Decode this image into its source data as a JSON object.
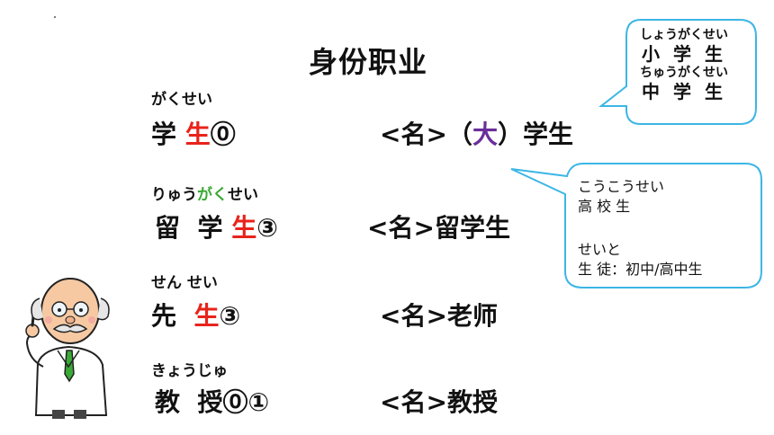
{
  "title": "身份职业",
  "entries": [
    {
      "reading": "がくせい",
      "word": {
        "a": "学",
        "b": "生",
        "accent": "⓪"
      },
      "definition": {
        "pos": "<名>",
        "p1": "（",
        "p2": "大",
        "p3": "）",
        "p4": "学生"
      }
    },
    {
      "reading": {
        "a": "りゅう",
        "b": "がく",
        "c": "せい"
      },
      "word": {
        "a": "留",
        "b": "学",
        "c": "生",
        "accent": "③"
      },
      "definition": {
        "pos": "<名>",
        "text": "留学生"
      }
    },
    {
      "reading": {
        "a": "せん",
        "b": "せい"
      },
      "word": {
        "a": "先",
        "b": "生",
        "accent": "③"
      },
      "definition": {
        "pos": "<名>",
        "text": "老师"
      }
    },
    {
      "reading": "きょうじゅ",
      "word": {
        "a": "教",
        "b": "授",
        "accent": "⓪①"
      },
      "definition": {
        "pos": "<名>",
        "text": "教授"
      }
    }
  ],
  "bubble1": {
    "line1_kana": "しょうがくせい",
    "line1_kanji": "小 学 生",
    "line2_kana": "ちゅうがくせい",
    "line2_kanji": "中 学 生"
  },
  "bubble2": {
    "line1_kana": "こうこうせい",
    "line1_kanji": "高 校 生",
    "line2_kana": "せいと",
    "line2_kanji": "生 徒：初中/高中生"
  },
  "colors": {
    "accent_red": "#e8231b",
    "accent_purple": "#6a2e9a",
    "accent_green": "#3aa935",
    "bubble_border": "#3cb6e6"
  }
}
